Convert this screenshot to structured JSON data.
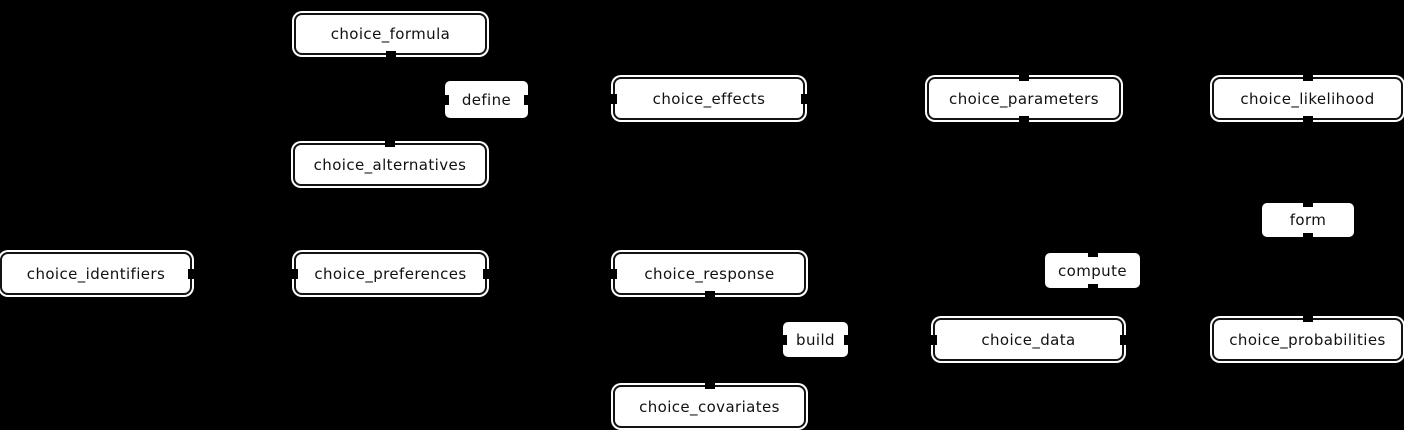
{
  "diagram": {
    "background_color": "#000000",
    "node_fill_color": "#ffffff",
    "node_border_color": "#131313",
    "text_color": "#111111",
    "nodes": [
      {
        "id": "choice_formula",
        "label": "choice_formula"
      },
      {
        "id": "choice_effects",
        "label": "choice_effects"
      },
      {
        "id": "choice_parameters",
        "label": "choice_parameters"
      },
      {
        "id": "choice_likelihood",
        "label": "choice_likelihood"
      },
      {
        "id": "choice_alternatives",
        "label": "choice_alternatives"
      },
      {
        "id": "choice_identifiers",
        "label": "choice_identifiers"
      },
      {
        "id": "choice_preferences",
        "label": "choice_preferences"
      },
      {
        "id": "choice_response",
        "label": "choice_response"
      },
      {
        "id": "choice_data",
        "label": "choice_data"
      },
      {
        "id": "choice_probabilities",
        "label": "choice_probabilities"
      },
      {
        "id": "choice_covariates",
        "label": "choice_covariates"
      }
    ],
    "edge_labels": [
      {
        "id": "define",
        "label": "define"
      },
      {
        "id": "form",
        "label": "form"
      },
      {
        "id": "compute",
        "label": "compute"
      },
      {
        "id": "build",
        "label": "build"
      }
    ]
  }
}
